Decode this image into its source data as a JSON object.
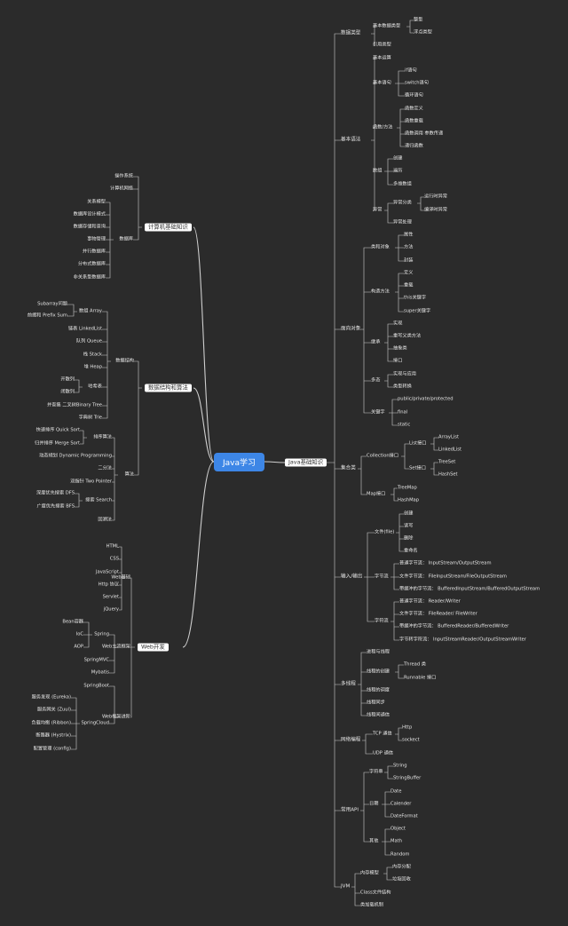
{
  "colors": {
    "background": "#2b2b2b",
    "root_fill": "#3d86e6",
    "line": "#cfcfcf",
    "text": "#e6e6e6"
  },
  "root": "Java学习",
  "branches": {
    "cs_basic": "计算机基础知识",
    "ds_algo": "数据结构和算法",
    "web": "Web开发",
    "java_basic": "Java基础知识"
  },
  "left": {
    "cs": {
      "os": "操作系统",
      "net": "计算机网络",
      "db": "数据库",
      "db_items": [
        "关系模型",
        "数据库设计模式",
        "数据存储和查询",
        "事物管理",
        "并行数据库",
        "分布式数据库",
        "非关系型数据库"
      ]
    },
    "ds": {
      "ds": "数据结构",
      "algo": "算法",
      "array": "数组 Array",
      "array_items": [
        "Subarray问题",
        "前缀和 Prefix Sum"
      ],
      "ll": "链表 LinkedList",
      "queue": "队列 Queue",
      "stack": "栈 Stack",
      "heap": "堆 Heap",
      "hash": "哈希表",
      "hash_items": [
        "开散列",
        "闭散列"
      ],
      "tree": "并查集  二叉树Binary Tree",
      "trie": "字典树 Trie",
      "sort": "排序算法",
      "sort_items": [
        "快速排序 Quick Sort",
        "归并排序 Merge Sort"
      ],
      "dp": "动态规划 Dynamic  Programming",
      "bin": "二分法",
      "twoptr": "双指针 Two Pointer",
      "search": "搜索 Search",
      "search_items": [
        "深度优先搜索 DFS",
        "广度优先搜索 BFS"
      ],
      "back": "回溯法"
    },
    "web": {
      "base": "Web基础",
      "base_items": [
        "HTML",
        "CSS",
        "JavaScript",
        "Http 协议",
        "Servlet",
        "jQuery"
      ],
      "main": "Web主流框架",
      "spring": "Spring",
      "spring_items": [
        "Bean容器",
        "IoC",
        "AOP"
      ],
      "mvc": "SpringMVC",
      "mybatis": "Mybatis",
      "adv": "Web框架进阶",
      "boot": "SpringBoot",
      "cloud": "SpringCloud",
      "cloud_items": [
        "服务发现 (Eureka)",
        "服务网关 (Zuul)",
        "负载均衡 (Ribbon)",
        "断路器 (Hystrix)",
        "配置管理 (config)"
      ]
    }
  },
  "right": {
    "dtype": "数据类型",
    "basic_type": "基本数据类型",
    "int": "整型",
    "float": "浮点类型",
    "ref": "引用类型",
    "syntax": "基本语法",
    "op": "基本运算",
    "stmt": "基本语句",
    "stmt_items": [
      "if语句",
      "switch语句",
      "循环语句"
    ],
    "func": "函数/方法",
    "func_items": [
      "函数定义",
      "函数重载",
      "函数调用  参数传递",
      "递归函数"
    ],
    "arr": "数组",
    "arr_items": [
      "创建",
      "遍历",
      "多维数组"
    ],
    "exc": "异常",
    "exc_cls": "异常分类",
    "exc_cls_items": [
      "运行时异常",
      "编译时异常"
    ],
    "exc_handle": "异常处理",
    "oop": "面向对象",
    "cls": "类和对象",
    "cls_items": [
      "属性",
      "方法",
      "封装"
    ],
    "ctor": "构造方法",
    "ctor_items": [
      "定义",
      "重载",
      "this关键字",
      "super关键字"
    ],
    "inh": "继承",
    "inh_items": [
      "实现",
      "重写父类方法",
      "抽象类",
      "接口"
    ],
    "poly": "多态",
    "poly_items": [
      "实现与应用",
      "类型转换"
    ],
    "kw": "关键字",
    "kw_items": [
      "public/private/protected",
      "final",
      "static"
    ],
    "coll": "集合类",
    "colliface": "Collection接口",
    "list": "List接口",
    "list_items": [
      "ArrayList",
      "LinkedList"
    ],
    "set": "Set接口",
    "set_items": [
      "TreeSet",
      "HashSet"
    ],
    "map": "Map接口",
    "map_items": [
      "TreeMap",
      "HashMap"
    ],
    "io": "输入/输出",
    "file": "文件(file)",
    "file_items": [
      "创建",
      "读写",
      "删除",
      "重命名"
    ],
    "bstream": "字节流",
    "bstream_items": [
      "普通字节流：  InputStream/OutputStream",
      "文件字节流：  FileInputStream/FileOutputStream",
      "带缓冲的字节流：  BufferedInputStream/BufferedOutputStream"
    ],
    "cstream": "字符流",
    "cstream_items": [
      "普通字节流：  Reader/Writer",
      "文件字节流：  FileReader/ FileWriter",
      "带缓冲的字节流：  BufferedReader/BufferedWriter",
      "字节转字符流：  InputStreamReader/OutputStreamWriter"
    ],
    "mt": "多线程",
    "mt_items": [
      "进程与线程",
      "线程的创建",
      "线程的调度",
      "线程同步",
      "线程间通信"
    ],
    "thread_items": [
      "Thread 类",
      "Runnable 接口"
    ],
    "netp": "网络编程",
    "tcp": "TCP 通信",
    "tcp_items": [
      "Http",
      "sockect"
    ],
    "udp": "UDP 通信",
    "api": "常用API",
    "str": "字符串",
    "str_items": [
      "String",
      "StringBuffer"
    ],
    "date": "日期",
    "date_items": [
      "Date",
      "Calender",
      "DateFormat"
    ],
    "other": "其他",
    "other_items": [
      "Object",
      "Math",
      "Random"
    ],
    "jvm": "JVM",
    "mem": "内存模型",
    "mem_items": [
      "内存分配",
      "垃圾回收"
    ],
    "clsfile": "Class文件结构",
    "loader": "类加载机制"
  }
}
